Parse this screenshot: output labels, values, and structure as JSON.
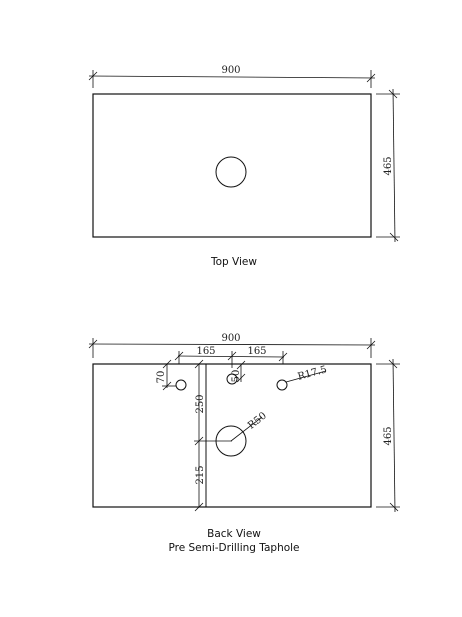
{
  "top_view": {
    "width_label": "900",
    "height_label": "465",
    "caption": "Top View"
  },
  "back_view": {
    "width_label": "900",
    "height_label": "465",
    "offset_left_label": "165",
    "offset_right_label": "165",
    "small_hole_depth_label": "70",
    "center_hole_depth_label": "50",
    "small_hole_radius_label": "R17.5",
    "big_hole_radius_label": "R50",
    "vertical_upper_label": "250",
    "vertical_lower_label": "215",
    "caption_line1": "Back View",
    "caption_line2": "Pre Semi-Drilling Taphole"
  }
}
